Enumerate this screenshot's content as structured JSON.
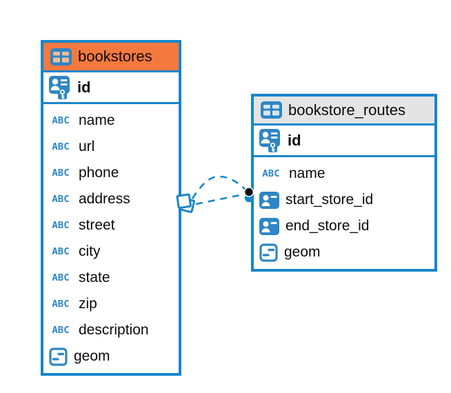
{
  "diagram": {
    "colors": {
      "accent_blue": "#1786CA",
      "icon_blue": "#2E86C4",
      "bookstores_header": "#F5793F",
      "routes_header": "#E4E4E5",
      "relationship_line": "#1786CA",
      "marker_dot": "#0b0b0b"
    },
    "tables": [
      {
        "name": "bookstores",
        "header_color": "#F5793F",
        "key_field": {
          "name": "id",
          "type": "primary-key"
        },
        "fields": [
          {
            "name": "name",
            "type": "text"
          },
          {
            "name": "url",
            "type": "text"
          },
          {
            "name": "phone",
            "type": "text"
          },
          {
            "name": "address",
            "type": "text"
          },
          {
            "name": "street",
            "type": "text"
          },
          {
            "name": "city",
            "type": "text"
          },
          {
            "name": "state",
            "type": "text"
          },
          {
            "name": "zip",
            "type": "text"
          },
          {
            "name": "description",
            "type": "text"
          },
          {
            "name": "geom",
            "type": "geometry"
          }
        ]
      },
      {
        "name": "bookstore_routes",
        "header_color": "#E4E4E5",
        "key_field": {
          "name": "id",
          "type": "primary-key"
        },
        "fields": [
          {
            "name": "name",
            "type": "text"
          },
          {
            "name": "start_store_id",
            "type": "reference"
          },
          {
            "name": "end_store_id",
            "type": "reference"
          },
          {
            "name": "geom",
            "type": "geometry"
          }
        ]
      }
    ],
    "relationships": [
      {
        "from_table": "bookstore_routes",
        "to_table": "bookstores",
        "style": "dashed"
      },
      {
        "from_table": "bookstore_routes",
        "to_table": "bookstores",
        "style": "dashed"
      }
    ],
    "icon_legend": {
      "table": "table-icon",
      "primary-key": "primary-key-icon",
      "text": "text-type-icon",
      "reference": "reference-type-icon",
      "geometry": "geometry-type-icon"
    }
  }
}
